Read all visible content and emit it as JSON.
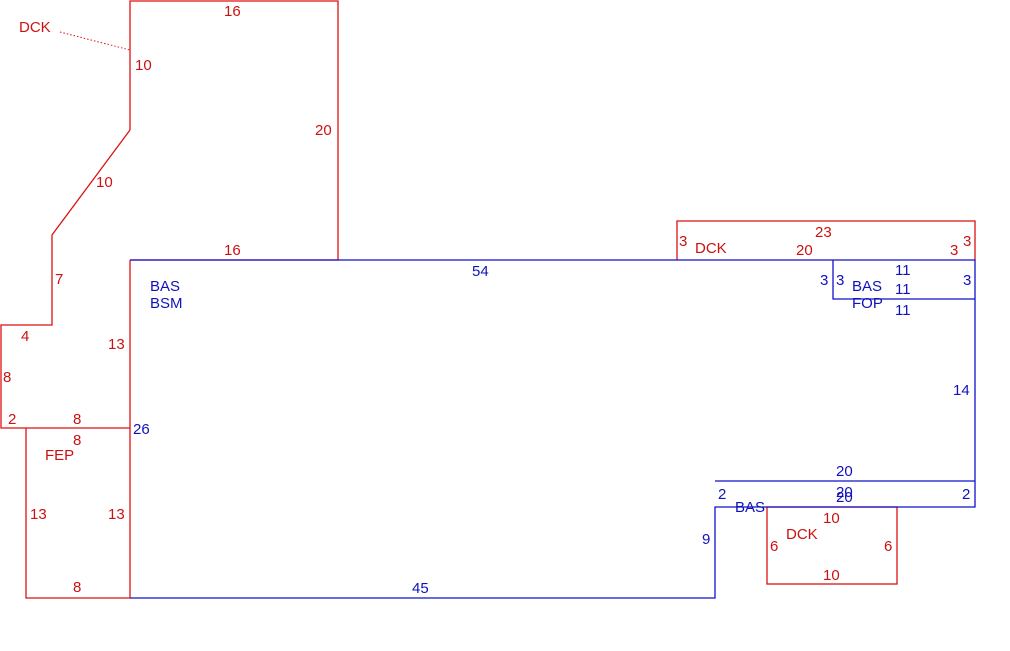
{
  "colors": {
    "dck": "#dd1111",
    "bas": "#1111cc"
  },
  "labels": {
    "dck_left": "DCK",
    "dck_top": "DCK",
    "dck_bottom": "DCK",
    "fep": "FEP",
    "bas_main_1": "BAS",
    "bas_main_2": "BSM",
    "bas_fop_1": "BAS",
    "bas_fop_2": "FOP",
    "bas_lower": "BAS"
  },
  "dims": {
    "upper_top": "16",
    "upper_left": "10",
    "upper_diag": "10",
    "upper_right": "20",
    "upper_bottom": "16",
    "left_7": "7",
    "left_4": "4",
    "left_8": "8",
    "left_2": "2",
    "left_8b": "8",
    "left_13": "13",
    "fep_top": "8",
    "fep_left": "13",
    "fep_right": "13",
    "fep_bottom": "8",
    "main_top": "54",
    "main_left": "26",
    "main_bottom": "45",
    "main_right": "14",
    "lower_step": "9",
    "deck_top_left": "3",
    "deck_top_top": "23",
    "deck_top_bottom": "20",
    "deck_top_right_a": "3",
    "deck_top_right_b": "3",
    "fop_left_a": "3",
    "fop_left_b": "3",
    "fop_top": "11",
    "fop_mid": "11",
    "fop_bottom": "11",
    "fop_right": "3",
    "lower_top": "20",
    "lower_mid_a": "20",
    "lower_mid_b": "20",
    "lower_left": "2",
    "lower_right": "2",
    "deck_bot_top": "10",
    "deck_bot_left": "6",
    "deck_bot_right": "6",
    "deck_bot_bottom": "10"
  }
}
